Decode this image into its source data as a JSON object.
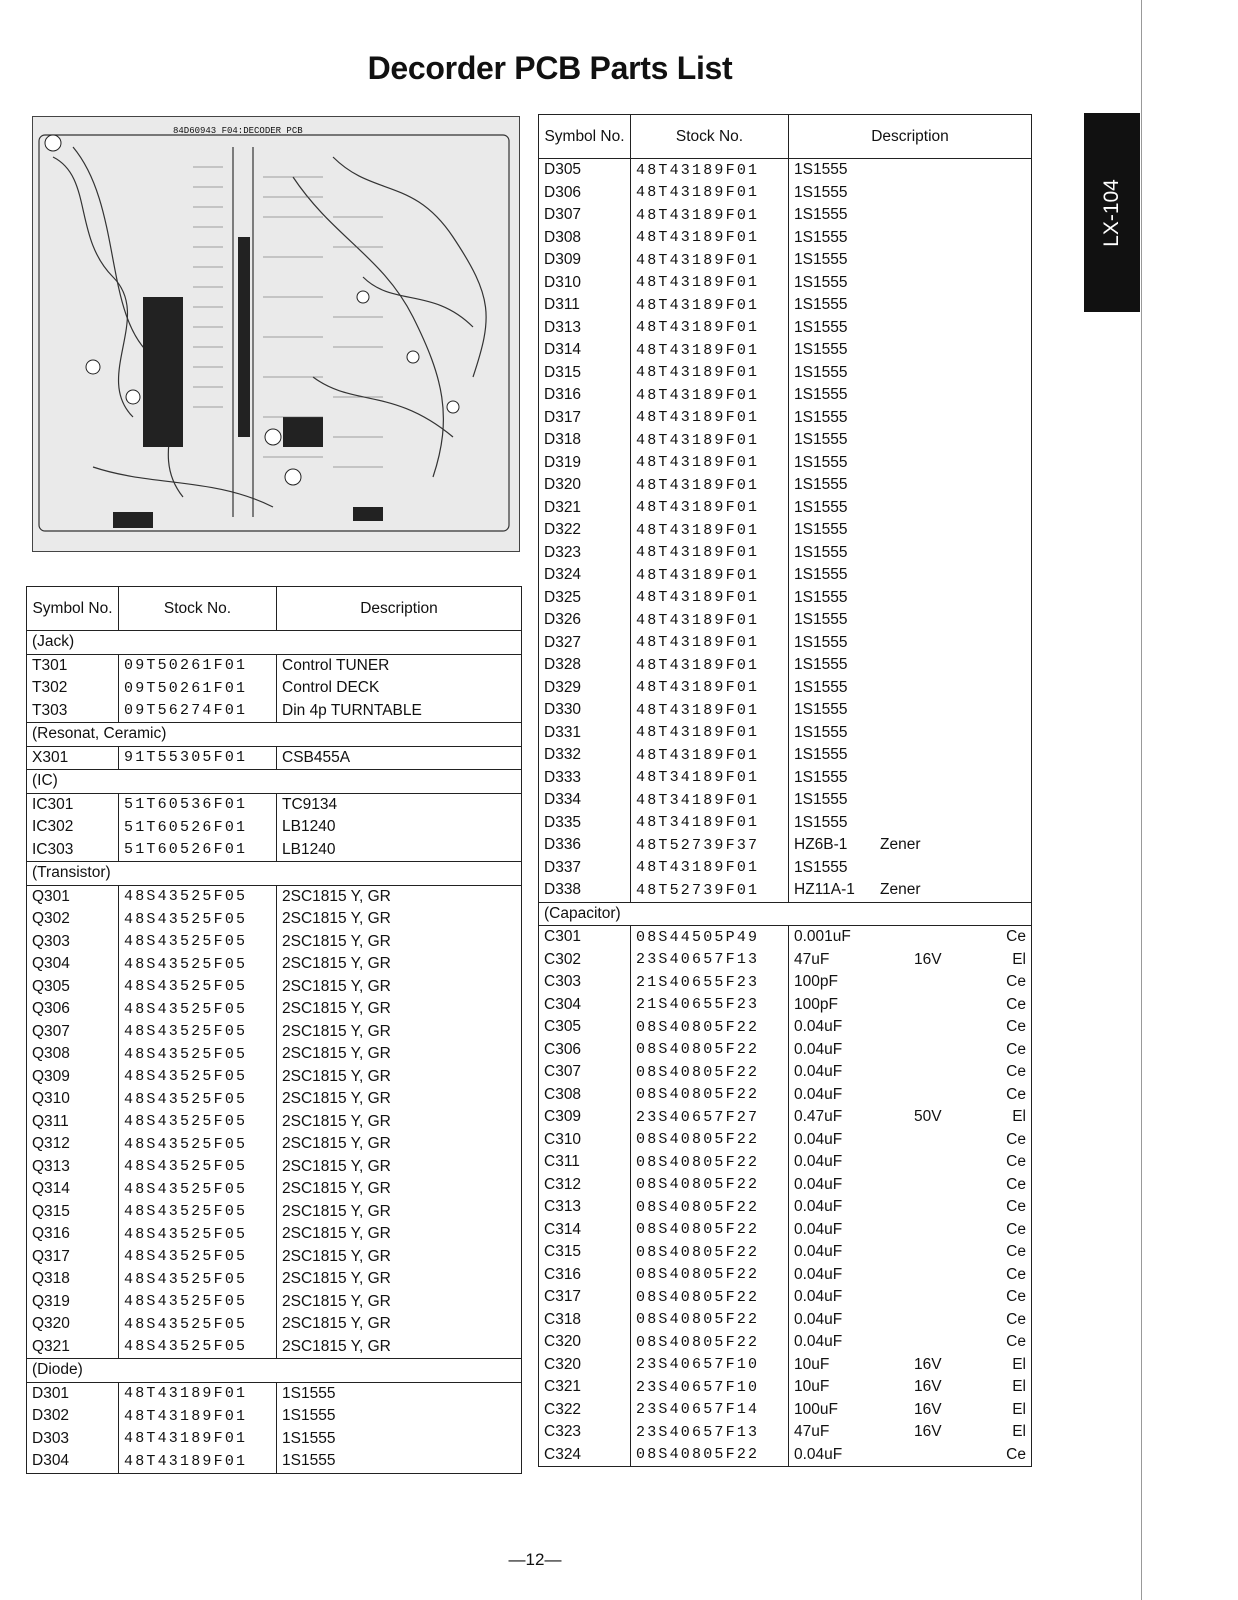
{
  "page": {
    "title": "Decorder PCB Parts List",
    "side_tab": "LX-104",
    "page_number": "—12—"
  },
  "pcb_image": {
    "label": "84D60943 F04:DECODER PCB"
  },
  "headers": {
    "symbol": "Symbol No.",
    "stock": "Stock No.",
    "description": "Description"
  },
  "left_table": [
    {
      "section": "(Jack)"
    },
    {
      "symbol": "T301",
      "stock": "09T50261F01",
      "desc": "Control TUNER"
    },
    {
      "symbol": "T302",
      "stock": "09T50261F01",
      "desc": "Control DECK"
    },
    {
      "symbol": "T303",
      "stock": "09T56274F01",
      "desc": "Din 4p TURNTABLE"
    },
    {
      "section": "(Resonat, Ceramic)"
    },
    {
      "symbol": "X301",
      "stock": "91T55305F01",
      "desc": "CSB455A"
    },
    {
      "section": "(IC)"
    },
    {
      "symbol": "IC301",
      "stock": "51T60536F01",
      "desc": "TC9134"
    },
    {
      "symbol": "IC302",
      "stock": "51T60526F01",
      "desc": "LB1240"
    },
    {
      "symbol": "IC303",
      "stock": "51T60526F01",
      "desc": "LB1240"
    },
    {
      "section": "(Transistor)"
    },
    {
      "symbol": "Q301",
      "stock": "48S43525F05",
      "desc": "2SC1815 Y, GR"
    },
    {
      "symbol": "Q302",
      "stock": "48S43525F05",
      "desc": "2SC1815 Y, GR"
    },
    {
      "symbol": "Q303",
      "stock": "48S43525F05",
      "desc": "2SC1815 Y, GR"
    },
    {
      "symbol": "Q304",
      "stock": "48S43525F05",
      "desc": "2SC1815 Y, GR"
    },
    {
      "symbol": "Q305",
      "stock": "48S43525F05",
      "desc": "2SC1815 Y, GR"
    },
    {
      "symbol": "Q306",
      "stock": "48S43525F05",
      "desc": "2SC1815 Y, GR"
    },
    {
      "symbol": "Q307",
      "stock": "48S43525F05",
      "desc": "2SC1815 Y, GR"
    },
    {
      "symbol": "Q308",
      "stock": "48S43525F05",
      "desc": "2SC1815 Y, GR"
    },
    {
      "symbol": "Q309",
      "stock": "48S43525F05",
      "desc": "2SC1815 Y, GR"
    },
    {
      "symbol": "Q310",
      "stock": "48S43525F05",
      "desc": "2SC1815 Y, GR"
    },
    {
      "symbol": "Q311",
      "stock": "48S43525F05",
      "desc": "2SC1815 Y, GR"
    },
    {
      "symbol": "Q312",
      "stock": "48S43525F05",
      "desc": "2SC1815 Y, GR"
    },
    {
      "symbol": "Q313",
      "stock": "48S43525F05",
      "desc": "2SC1815 Y, GR"
    },
    {
      "symbol": "Q314",
      "stock": "48S43525F05",
      "desc": "2SC1815 Y, GR"
    },
    {
      "symbol": "Q315",
      "stock": "48S43525F05",
      "desc": "2SC1815 Y, GR"
    },
    {
      "symbol": "Q316",
      "stock": "48S43525F05",
      "desc": "2SC1815 Y, GR"
    },
    {
      "symbol": "Q317",
      "stock": "48S43525F05",
      "desc": "2SC1815 Y, GR"
    },
    {
      "symbol": "Q318",
      "stock": "48S43525F05",
      "desc": "2SC1815 Y, GR"
    },
    {
      "symbol": "Q319",
      "stock": "48S43525F05",
      "desc": "2SC1815 Y, GR"
    },
    {
      "symbol": "Q320",
      "stock": "48S43525F05",
      "desc": "2SC1815 Y, GR"
    },
    {
      "symbol": "Q321",
      "stock": "48S43525F05",
      "desc": "2SC1815 Y, GR"
    },
    {
      "section": "(Diode)"
    },
    {
      "symbol": "D301",
      "stock": "48T43189F01",
      "desc": "1S1555"
    },
    {
      "symbol": "D302",
      "stock": "48T43189F01",
      "desc": "1S1555"
    },
    {
      "symbol": "D303",
      "stock": "48T43189F01",
      "desc": "1S1555"
    },
    {
      "symbol": "D304",
      "stock": "48T43189F01",
      "desc": "1S1555"
    }
  ],
  "right_table": [
    {
      "symbol": "D305",
      "stock": "48T43189F01",
      "desc": "1S1555"
    },
    {
      "symbol": "D306",
      "stock": "48T43189F01",
      "desc": "1S1555"
    },
    {
      "symbol": "D307",
      "stock": "48T43189F01",
      "desc": "1S1555"
    },
    {
      "symbol": "D308",
      "stock": "48T43189F01",
      "desc": "1S1555"
    },
    {
      "symbol": "D309",
      "stock": "48T43189F01",
      "desc": "1S1555"
    },
    {
      "symbol": "D310",
      "stock": "48T43189F01",
      "desc": "1S1555"
    },
    {
      "symbol": "D311",
      "stock": "48T43189F01",
      "desc": "1S1555"
    },
    {
      "symbol": "D313",
      "stock": "48T43189F01",
      "desc": "1S1555"
    },
    {
      "symbol": "D314",
      "stock": "48T43189F01",
      "desc": "1S1555"
    },
    {
      "symbol": "D315",
      "stock": "48T43189F01",
      "desc": "1S1555"
    },
    {
      "symbol": "D316",
      "stock": "48T43189F01",
      "desc": "1S1555"
    },
    {
      "symbol": "D317",
      "stock": "48T43189F01",
      "desc": "1S1555"
    },
    {
      "symbol": "D318",
      "stock": "48T43189F01",
      "desc": "1S1555"
    },
    {
      "symbol": "D319",
      "stock": "48T43189F01",
      "desc": "1S1555"
    },
    {
      "symbol": "D320",
      "stock": "48T43189F01",
      "desc": "1S1555"
    },
    {
      "symbol": "D321",
      "stock": "48T43189F01",
      "desc": "1S1555"
    },
    {
      "symbol": "D322",
      "stock": "48T43189F01",
      "desc": "1S1555"
    },
    {
      "symbol": "D323",
      "stock": "48T43189F01",
      "desc": "1S1555"
    },
    {
      "symbol": "D324",
      "stock": "48T43189F01",
      "desc": "1S1555"
    },
    {
      "symbol": "D325",
      "stock": "48T43189F01",
      "desc": "1S1555"
    },
    {
      "symbol": "D326",
      "stock": "48T43189F01",
      "desc": "1S1555"
    },
    {
      "symbol": "D327",
      "stock": "48T43189F01",
      "desc": "1S1555"
    },
    {
      "symbol": "D328",
      "stock": "48T43189F01",
      "desc": "1S1555"
    },
    {
      "symbol": "D329",
      "stock": "48T43189F01",
      "desc": "1S1555"
    },
    {
      "symbol": "D330",
      "stock": "48T43189F01",
      "desc": "1S1555"
    },
    {
      "symbol": "D331",
      "stock": "48T43189F01",
      "desc": "1S1555"
    },
    {
      "symbol": "D332",
      "stock": "48T43189F01",
      "desc": "1S1555"
    },
    {
      "symbol": "D333",
      "stock": "48T34189F01",
      "desc": "1S1555"
    },
    {
      "symbol": "D334",
      "stock": "48T34189F01",
      "desc": "1S1555"
    },
    {
      "symbol": "D335",
      "stock": "48T34189F01",
      "desc": "1S1555"
    },
    {
      "symbol": "D336",
      "stock": "48T52739F37",
      "desc": "HZ6B-1",
      "note": "Zener"
    },
    {
      "symbol": "D337",
      "stock": "48T43189F01",
      "desc": "1S1555"
    },
    {
      "symbol": "D338",
      "stock": "48T52739F01",
      "desc": "HZ11A-1",
      "note": "Zener"
    },
    {
      "section": "(Capacitor)"
    },
    {
      "symbol": "C301",
      "stock": "08S44505P49",
      "desc": "0.001uF",
      "volt": "",
      "type": "Ce"
    },
    {
      "symbol": "C302",
      "stock": "23S40657F13",
      "desc": "47uF",
      "volt": "16V",
      "type": "El"
    },
    {
      "symbol": "C303",
      "stock": "21S40655F23",
      "desc": "100pF",
      "volt": "",
      "type": "Ce"
    },
    {
      "symbol": "C304",
      "stock": "21S40655F23",
      "desc": "100pF",
      "volt": "",
      "type": "Ce"
    },
    {
      "symbol": "C305",
      "stock": "08S40805F22",
      "desc": "0.04uF",
      "volt": "",
      "type": "Ce"
    },
    {
      "symbol": "C306",
      "stock": "08S40805F22",
      "desc": "0.04uF",
      "volt": "",
      "type": "Ce"
    },
    {
      "symbol": "C307",
      "stock": "08S40805F22",
      "desc": "0.04uF",
      "volt": "",
      "type": "Ce"
    },
    {
      "symbol": "C308",
      "stock": "08S40805F22",
      "desc": "0.04uF",
      "volt": "",
      "type": "Ce"
    },
    {
      "symbol": "C309",
      "stock": "23S40657F27",
      "desc": "0.47uF",
      "volt": "50V",
      "type": "El"
    },
    {
      "symbol": "C310",
      "stock": "08S40805F22",
      "desc": "0.04uF",
      "volt": "",
      "type": "Ce"
    },
    {
      "symbol": "C311",
      "stock": "08S40805F22",
      "desc": "0.04uF",
      "volt": "",
      "type": "Ce"
    },
    {
      "symbol": "C312",
      "stock": "08S40805F22",
      "desc": "0.04uF",
      "volt": "",
      "type": "Ce"
    },
    {
      "symbol": "C313",
      "stock": "08S40805F22",
      "desc": "0.04uF",
      "volt": "",
      "type": "Ce"
    },
    {
      "symbol": "C314",
      "stock": "08S40805F22",
      "desc": "0.04uF",
      "volt": "",
      "type": "Ce"
    },
    {
      "symbol": "C315",
      "stock": "08S40805F22",
      "desc": "0.04uF",
      "volt": "",
      "type": "Ce"
    },
    {
      "symbol": "C316",
      "stock": "08S40805F22",
      "desc": "0.04uF",
      "volt": "",
      "type": "Ce"
    },
    {
      "symbol": "C317",
      "stock": "08S40805F22",
      "desc": "0.04uF",
      "volt": "",
      "type": "Ce"
    },
    {
      "symbol": "C318",
      "stock": "08S40805F22",
      "desc": "0.04uF",
      "volt": "",
      "type": "Ce"
    },
    {
      "symbol": "C320",
      "stock": "08S40805F22",
      "desc": "0.04uF",
      "volt": "",
      "type": "Ce"
    },
    {
      "symbol": "C320",
      "stock": "23S40657F10",
      "desc": "10uF",
      "volt": "16V",
      "type": "El"
    },
    {
      "symbol": "C321",
      "stock": "23S40657F10",
      "desc": "10uF",
      "volt": "16V",
      "type": "El"
    },
    {
      "symbol": "C322",
      "stock": "23S40657F14",
      "desc": "100uF",
      "volt": "16V",
      "type": "El"
    },
    {
      "symbol": "C323",
      "stock": "23S40657F13",
      "desc": "47uF",
      "volt": "16V",
      "type": "El"
    },
    {
      "symbol": "C324",
      "stock": "08S40805F22",
      "desc": "0.04uF",
      "volt": "",
      "type": "Ce"
    }
  ]
}
